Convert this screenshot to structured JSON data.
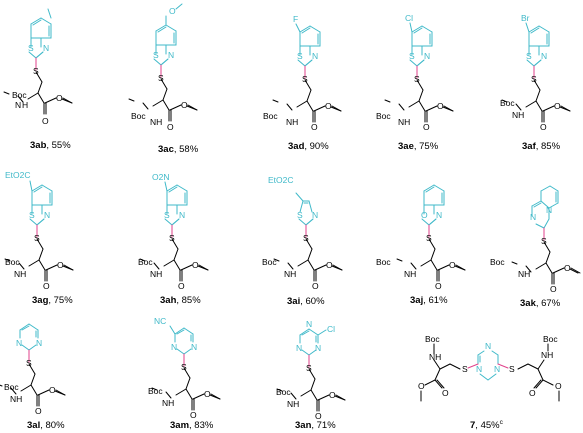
{
  "colors": {
    "heteroaryl": "#3fb9c9",
    "bond_highlight": "#e0428b",
    "text": "#000000"
  },
  "atom_labels": {
    "boc": "Boc",
    "nh": "NH",
    "h": "H",
    "n": "N",
    "s": "S",
    "o": "O"
  },
  "compounds": [
    {
      "id": "3ab",
      "yield": ", 55%",
      "substituent": ""
    },
    {
      "id": "3ac",
      "yield": ", 58%",
      "substituent": ""
    },
    {
      "id": "3ad",
      "yield": ", 90%",
      "substituent": "F"
    },
    {
      "id": "3ae",
      "yield": ", 75%",
      "substituent": "Cl"
    },
    {
      "id": "3af",
      "yield": ", 85%",
      "substituent": "Br"
    },
    {
      "id": "3ag",
      "yield": ", 75%",
      "substituent": "EtO2C"
    },
    {
      "id": "3ah",
      "yield": ", 85%",
      "substituent": "O2N"
    },
    {
      "id": "3ai",
      "yield": ", 60%",
      "substituent": "EtO2C"
    },
    {
      "id": "3aj",
      "yield": ", 61%",
      "substituent": ""
    },
    {
      "id": "3ak",
      "yield": ", 67%",
      "substituent": ""
    },
    {
      "id": "3al",
      "yield": ", 80%",
      "substituent": ""
    },
    {
      "id": "3am",
      "yield": ", 83%",
      "substituent": "NC"
    },
    {
      "id": "3an",
      "yield": ", 71%",
      "substituent": "Cl"
    },
    {
      "id": "7",
      "yield": ", 45%",
      "note": "c",
      "substituent": ""
    }
  ]
}
